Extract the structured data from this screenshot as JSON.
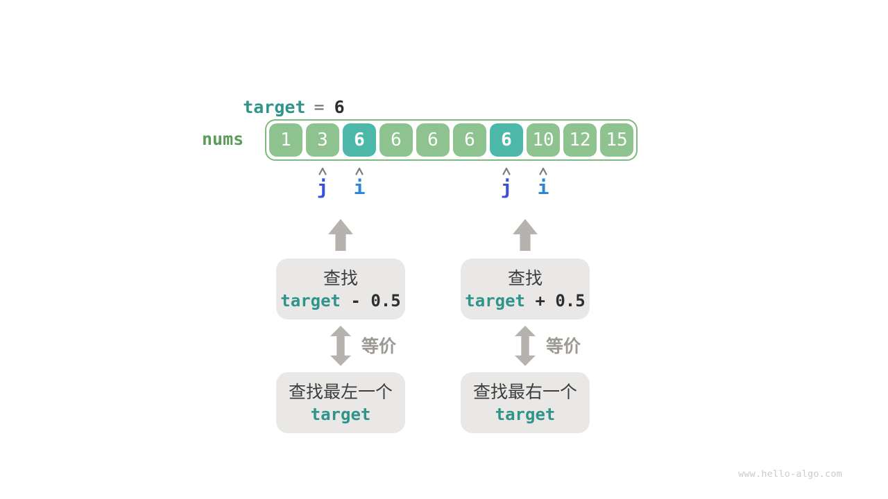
{
  "header": {
    "variable": "target",
    "equals": "=",
    "value": "6"
  },
  "array": {
    "label": "nums",
    "cells": [
      {
        "value": "1",
        "highlight": false
      },
      {
        "value": "3",
        "highlight": false
      },
      {
        "value": "6",
        "highlight": true
      },
      {
        "value": "6",
        "highlight": false
      },
      {
        "value": "6",
        "highlight": false
      },
      {
        "value": "6",
        "highlight": false
      },
      {
        "value": "6",
        "highlight": true
      },
      {
        "value": "10",
        "highlight": false
      },
      {
        "value": "12",
        "highlight": false
      },
      {
        "value": "15",
        "highlight": false
      }
    ]
  },
  "pointers": [
    {
      "label": "j",
      "cell_index": 1,
      "color_key": "pointer_j"
    },
    {
      "label": "i",
      "cell_index": 2,
      "color_key": "pointer_i"
    },
    {
      "label": "j",
      "cell_index": 6,
      "color_key": "pointer_j"
    },
    {
      "label": "i",
      "cell_index": 7,
      "color_key": "pointer_i"
    }
  ],
  "flows": [
    {
      "search_text": "查找",
      "expr_variable": "target",
      "expr_suffix": " - 0.5",
      "equiv_text": "等价",
      "result_text": "查找最左一个",
      "result_code": "target"
    },
    {
      "search_text": "查找",
      "expr_variable": "target",
      "expr_suffix": " + 0.5",
      "equiv_text": "等价",
      "result_text": "查找最右一个",
      "result_code": "target"
    }
  ],
  "watermark": "www.hello-algo.com",
  "colors": {
    "teal_code": "#2f948a",
    "green_label": "#5a9c58",
    "cell_green": "#8ec28f",
    "cell_teal": "#4db8a8",
    "array_border": "#7cba7e",
    "dark_text": "#2e2e2e",
    "equals_gray": "#6f6f6f",
    "pointer_j": "#3a50d9",
    "pointer_i": "#2d87d8",
    "caret_gray": "#7c7c7c",
    "box_bg": "#e9e8e6",
    "box_text": "#3d3d3d",
    "arrow_gray": "#b6b2ae",
    "equiv_gray": "#9c9893",
    "watermark_gray": "#cbcbcb"
  }
}
